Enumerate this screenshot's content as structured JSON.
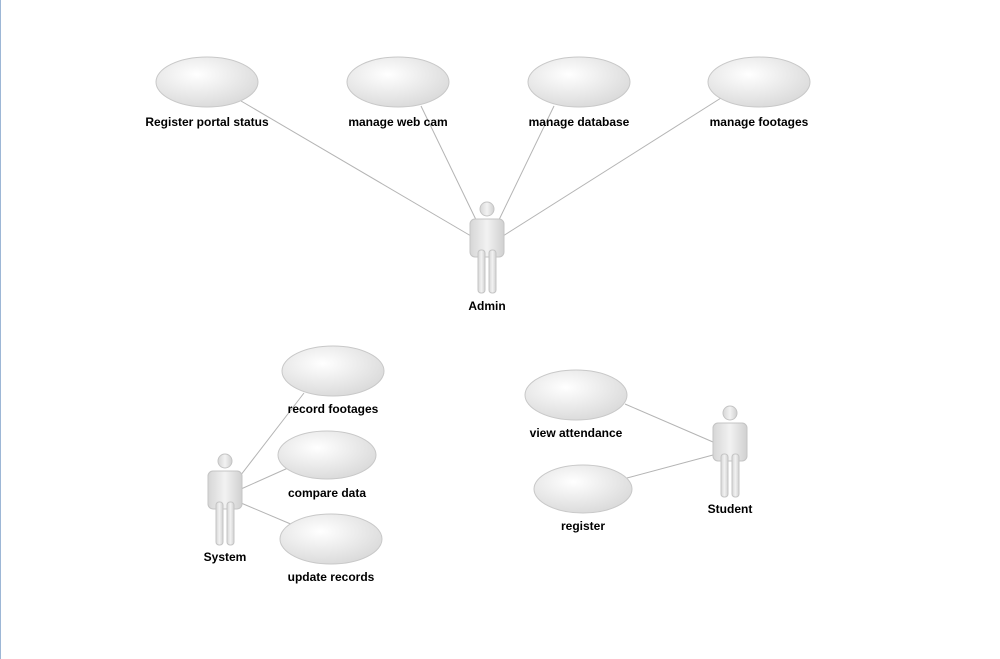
{
  "diagram": {
    "actors": {
      "admin": "Admin",
      "system": "System",
      "student": "Student"
    },
    "use_cases": {
      "register_portal_status": "Register portal status",
      "manage_web_cam": "manage web cam",
      "manage_database": "manage database",
      "manage_footages": "manage footages",
      "record_footages": "record footages",
      "compare_data": "compare data",
      "update_records": "update records",
      "view_attendance": "view attendance",
      "register": "register"
    }
  },
  "colors": {
    "ellipse_fill_light": "#ffffff",
    "ellipse_fill_dark": "#dcdcdc",
    "ellipse_stroke": "#c8c8c8",
    "actor_fill": "#e0e0e0",
    "actor_stroke": "#c4c4c4",
    "line": "#b4b4b4"
  }
}
